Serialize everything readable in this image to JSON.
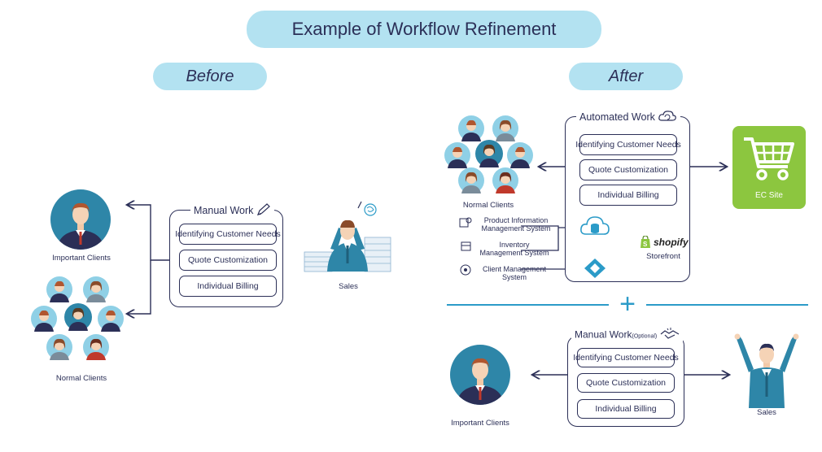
{
  "title": "Example of Workflow Refinement",
  "before": {
    "heading": "Before",
    "manual_panel": {
      "title": "Manual Work",
      "tasks": [
        "Identifying Customer Needs",
        "Quote Customization",
        "Individual Billing"
      ]
    },
    "important_clients_label": "Important Clients",
    "normal_clients_label": "Normal Clients",
    "sales_label": "Sales"
  },
  "after": {
    "heading": "After",
    "automated_panel": {
      "title": "Automated Work",
      "tasks": [
        "Identifying Customer Needs",
        "Quote Customization",
        "Individual Billing"
      ]
    },
    "normal_clients_label": "Normal Clients",
    "systems": [
      {
        "label_line1": "Product Information",
        "label_line2": "Management System"
      },
      {
        "label_line1": "Inventory",
        "label_line2": "Management System"
      },
      {
        "label_line1": "Client Management",
        "label_line2": "System"
      }
    ],
    "shopify_label": "shopify",
    "storefront_label": "Storefront",
    "ec_site_label": "EC Site",
    "plus_symbol": "+",
    "manual_panel": {
      "title": "Manual Work",
      "optional": "(Optional)",
      "tasks": [
        "Identifying Customer Needs",
        "Quote Customization",
        "Individual Billing"
      ]
    },
    "important_clients_label": "Important Clients",
    "sales_label": "Sales"
  },
  "colors": {
    "pill": "#b3e2f1",
    "navy": "#2b2f57",
    "teal_circle": "#2e86a8",
    "light_circle": "#8fd0e6",
    "ec_green": "#8cc63f",
    "divider": "#2b9bc8"
  }
}
